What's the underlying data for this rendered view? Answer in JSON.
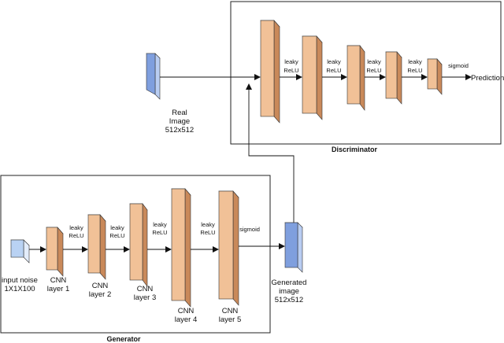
{
  "discriminator": {
    "title": "Discriminator",
    "activations": [
      [
        "leaky",
        "ReLU"
      ],
      [
        "leaky",
        "ReLU"
      ],
      [
        "leaky",
        "ReLU"
      ],
      [
        "leaky",
        "ReLU"
      ]
    ],
    "sigmoid": "sigmoid",
    "output": "Prediction"
  },
  "real_image": {
    "lines": [
      "Real",
      "Image",
      "512x512"
    ]
  },
  "generator": {
    "title": "Generator",
    "input": [
      "input  noise",
      "1X1X100"
    ],
    "activations": [
      [
        "leaky",
        "ReLU"
      ],
      [
        "leaky",
        "ReLU"
      ],
      [
        "leaky",
        "ReLU"
      ],
      [
        "leaky",
        "ReLU"
      ]
    ],
    "sigmoid": "sigmoid",
    "layers": [
      [
        "CNN",
        "layer 1"
      ],
      [
        "CNN",
        "layer 2"
      ],
      [
        "CNN",
        "layer 3"
      ],
      [
        "CNN",
        "layer 4"
      ],
      [
        "CNN",
        "layer 5"
      ]
    ],
    "output": [
      "Generated",
      "image",
      "512x512"
    ]
  },
  "colors": {
    "layer_front": "#f1c197",
    "layer_side": "#c9895a",
    "image_front": "#7f9fde",
    "image_side": "#b9cdf2",
    "noise_front": "#b9d2f3",
    "stroke": "#222222"
  }
}
